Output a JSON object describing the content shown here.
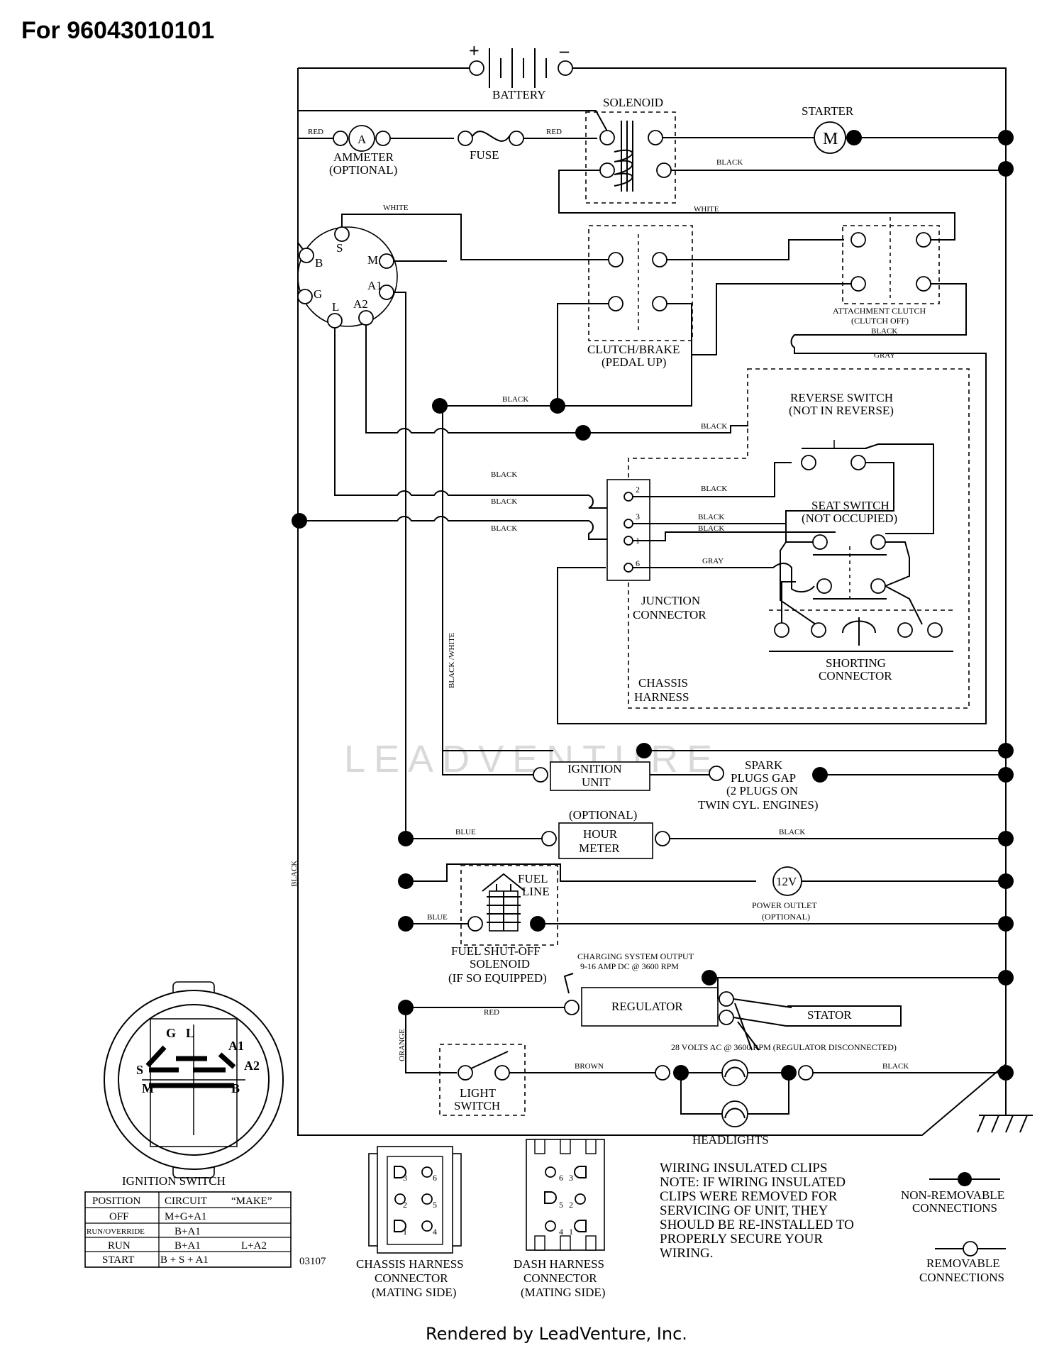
{
  "header": {
    "model_title": "For 96043010101"
  },
  "footer": {
    "credit": "Rendered by LeadVenture, Inc."
  },
  "watermark": "LEADVENTURE",
  "components": {
    "battery": "BATTERY",
    "battery_plus": "+",
    "battery_minus": "–",
    "solenoid": "SOLENOID",
    "starter": "STARTER",
    "starter_symbol": "M",
    "ammeter_symbol": "A",
    "ammeter": "AMMETER",
    "ammeter_note": "(OPTIONAL)",
    "fuse": "FUSE",
    "clutch_brake": "CLUTCH/BRAKE",
    "clutch_brake_note": "(PEDAL UP)",
    "attachment_clutch": "ATTACHMENT CLUTCH",
    "attachment_clutch_note": "(CLUTCH OFF)",
    "reverse_switch": "REVERSE SWITCH",
    "reverse_switch_note": "(NOT IN REVERSE)",
    "seat_switch": "SEAT SWITCH",
    "seat_switch_note": "(NOT OCCUPIED)",
    "junction_connector_1": "JUNCTION",
    "junction_connector_2": "CONNECTOR",
    "shorting_connector_1": "SHORTING",
    "shorting_connector_2": "CONNECTOR",
    "chassis_harness_1": "CHASSIS",
    "chassis_harness_2": "HARNESS",
    "ignition_unit_1": "IGNITION",
    "ignition_unit_2": "UNIT",
    "spark_1": "SPARK",
    "spark_2": "PLUGS GAP",
    "spark_3": "(2 PLUGS ON",
    "spark_4": "TWIN CYL. ENGINES)",
    "hour_meter_optional": "(OPTIONAL)",
    "hour_meter_1": "HOUR",
    "hour_meter_2": "METER",
    "fuel_line_1": "FUEL",
    "fuel_line_2": "LINE",
    "power_outlet_symbol": "12V",
    "power_outlet": "POWER OUTLET",
    "power_outlet_note": "(OPTIONAL)",
    "fuel_solenoid_1": "FUEL SHUT-OFF",
    "fuel_solenoid_2": "SOLENOID",
    "fuel_solenoid_3": "(IF SO EQUIPPED)",
    "charging_1": "CHARGING SYSTEM OUTPUT",
    "charging_2": "9-16 AMP DC @ 3600 RPM",
    "regulator": "REGULATOR",
    "stator": "STATOR",
    "stator_volts": "28 VOLTS AC @ 3600 RPM (REGULATOR DISCONNECTED)",
    "light_switch_1": "LIGHT",
    "light_switch_2": "SWITCH",
    "headlights": "HEADLIGHTS",
    "drawing_number": "03107"
  },
  "wires": {
    "red": "RED",
    "black": "BLACK",
    "white": "WHITE",
    "gray": "GRAY",
    "blue": "BLUE",
    "brown": "BROWN",
    "orange": "ORANGE",
    "black_white": "BLACK /WHITE"
  },
  "ignition_terminals": [
    "S",
    "B",
    "M",
    "A1",
    "G",
    "L",
    "A2"
  ],
  "junction_pins": [
    "2",
    "3",
    "1",
    "6"
  ],
  "ignition_switch": {
    "title": "IGNITION SWITCH",
    "face_labels": [
      "G",
      "L",
      "A1",
      "S",
      "A2",
      "M",
      "B"
    ],
    "columns": [
      "POSITION",
      "CIRCUIT",
      "“MAKE”"
    ],
    "rows": [
      {
        "position": "OFF",
        "circuit": "M+G+A1",
        "make": ""
      },
      {
        "position": "RUN/OVERRIDE",
        "circuit": "B+A1",
        "make": ""
      },
      {
        "position": "RUN",
        "circuit": "B+A1",
        "make": "L+A2"
      },
      {
        "position": "START",
        "circuit": "B + S + A1",
        "make": ""
      }
    ]
  },
  "connectors": {
    "chassis": {
      "lines": [
        "CHASSIS HARNESS",
        "CONNECTOR",
        "(MATING SIDE)"
      ],
      "pins": [
        "3",
        "6",
        "2",
        "5",
        "1",
        "4"
      ]
    },
    "dash": {
      "lines": [
        "DASH HARNESS",
        "CONNECTOR",
        "(MATING SIDE)"
      ],
      "pins": [
        "6",
        "3",
        "5",
        "2",
        "4",
        "1"
      ]
    }
  },
  "notes": {
    "clips": [
      "WIRING INSULATED CLIPS",
      "NOTE:  IF WIRING INSULATED",
      "CLIPS WERE REMOVED FOR",
      "SERVICING OF UNIT, THEY",
      "SHOULD BE RE-INSTALLED TO",
      "PROPERLY SECURE YOUR",
      " WIRING."
    ]
  },
  "legend": {
    "non_removable": [
      "NON-REMOVABLE",
      "CONNECTIONS"
    ],
    "removable": [
      "REMOVABLE",
      "CONNECTIONS"
    ]
  }
}
